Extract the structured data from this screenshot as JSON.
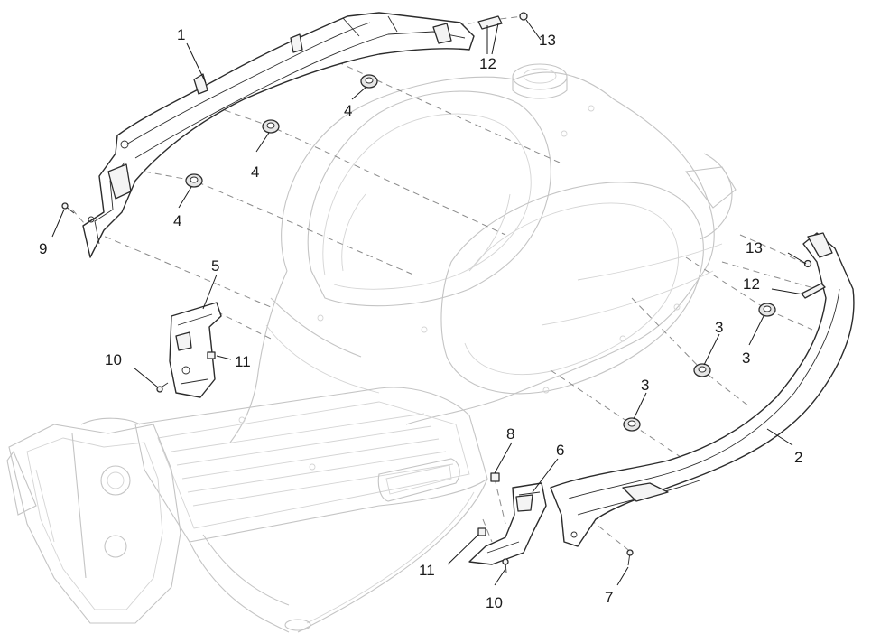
{
  "diagram": {
    "callouts": [
      {
        "id": "c1",
        "label": "1"
      },
      {
        "id": "c2",
        "label": "2"
      },
      {
        "id": "c3a",
        "label": "3"
      },
      {
        "id": "c3b",
        "label": "3"
      },
      {
        "id": "c3c",
        "label": "3"
      },
      {
        "id": "c4a",
        "label": "4"
      },
      {
        "id": "c4b",
        "label": "4"
      },
      {
        "id": "c4c",
        "label": "4"
      },
      {
        "id": "c5",
        "label": "5"
      },
      {
        "id": "c6",
        "label": "6"
      },
      {
        "id": "c7",
        "label": "7"
      },
      {
        "id": "c8",
        "label": "8"
      },
      {
        "id": "c9",
        "label": "9"
      },
      {
        "id": "c10a",
        "label": "10"
      },
      {
        "id": "c10b",
        "label": "10"
      },
      {
        "id": "c11a",
        "label": "11"
      },
      {
        "id": "c11b",
        "label": "11"
      },
      {
        "id": "c12a",
        "label": "12"
      },
      {
        "id": "c12b",
        "label": "12"
      },
      {
        "id": "c13a",
        "label": "13"
      },
      {
        "id": "c13b",
        "label": "13"
      }
    ]
  }
}
